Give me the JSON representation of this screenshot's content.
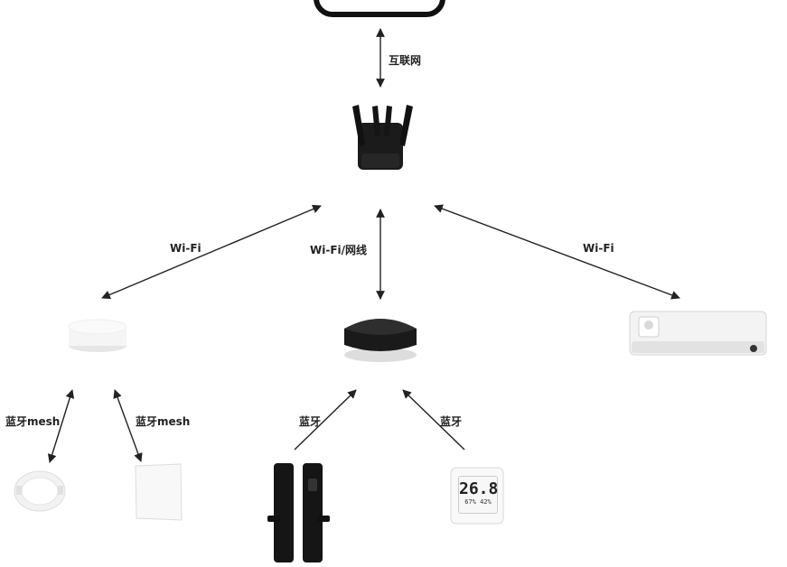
{
  "labels": {
    "internet": "互联网",
    "wifi_left": "Wi-Fi",
    "wifi_center": "Wi-Fi/网线",
    "wifi_right": "Wi-Fi",
    "ble_mesh_1": "蓝牙mesh",
    "ble_mesh_2": "蓝牙mesh",
    "ble_1": "蓝牙",
    "ble_2": "蓝牙"
  },
  "devices": {
    "thermometer": {
      "temperature": "26.8",
      "subtitle": "67% 42%"
    }
  }
}
